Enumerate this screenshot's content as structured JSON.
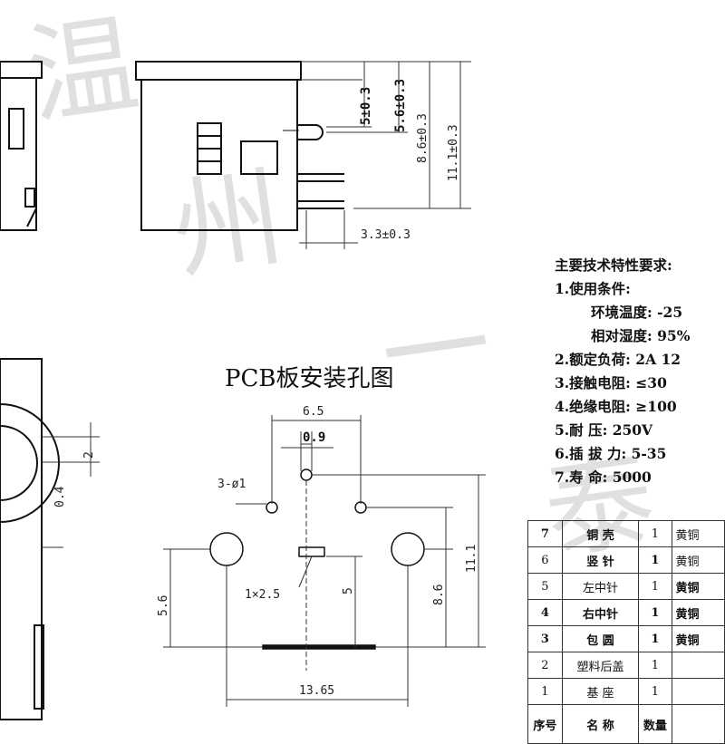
{
  "watermark": [
    "温",
    "州",
    "一",
    "泰"
  ],
  "side_view": {
    "dims": [
      "5±0.3",
      "5.6±0.3",
      "8.6±0.3",
      "11.1±0.3",
      "3.3±0.3"
    ]
  },
  "pcb": {
    "title": "PCB板安装孔图",
    "dims": [
      "6.5",
      "0.9",
      "3-ø1",
      "1×2.5",
      "5.6",
      "8.6",
      "11.1",
      "5",
      "13.65"
    ]
  },
  "front_view": {
    "dims": [
      "2",
      "0.4"
    ]
  },
  "specs": {
    "title": "主要技术特性要求:",
    "lines": [
      {
        "text": "1.使用条件:",
        "indent": false
      },
      {
        "text": "环境温度: -25",
        "indent": true
      },
      {
        "text": "相对湿度: 95%",
        "indent": true
      },
      {
        "text": "2.额定负荷: 2A 12",
        "indent": false
      },
      {
        "text": "3.接触电阻: ≤30",
        "indent": false
      },
      {
        "text": "4.绝缘电阻: ≥100",
        "indent": false
      },
      {
        "text": "5.耐    压: 250V",
        "indent": false
      },
      {
        "text": "6.插 拔 力: 5-35",
        "indent": false
      },
      {
        "text": "7.寿    命: 5000",
        "indent": false
      }
    ]
  },
  "bom": {
    "rows": [
      {
        "no": "7",
        "name": "铜  壳",
        "qty": "1",
        "material": "黄铜"
      },
      {
        "no": "6",
        "name": "竖  针",
        "qty": "1",
        "material": "黄铜"
      },
      {
        "no": "5",
        "name": "左中针",
        "qty": "1",
        "material": "黄铜"
      },
      {
        "no": "4",
        "name": "右中针",
        "qty": "1",
        "material": "黄铜"
      },
      {
        "no": "3",
        "name": "包  圆",
        "qty": "1",
        "material": "黄铜"
      },
      {
        "no": "2",
        "name": "塑料后盖",
        "qty": "1",
        "material": ""
      },
      {
        "no": "1",
        "name": "基  座",
        "qty": "1",
        "material": ""
      }
    ],
    "header": {
      "no": "序号",
      "name": "名  称",
      "qty": "数量",
      "material": ""
    }
  }
}
